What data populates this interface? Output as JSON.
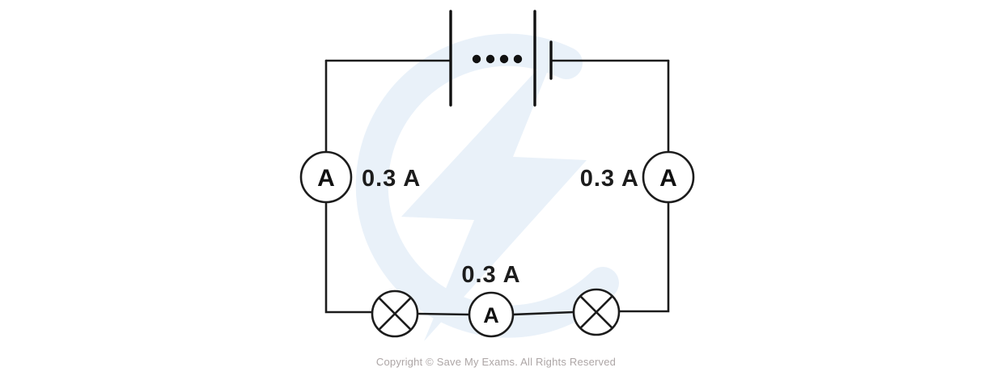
{
  "diagram": {
    "type": "series-circuit",
    "battery": {
      "symbol": "battery",
      "cell_dots": 4
    },
    "ammeters": [
      {
        "position": "left",
        "symbol": "A",
        "reading": "0.3 A"
      },
      {
        "position": "right",
        "symbol": "A",
        "reading": "0.3 A"
      },
      {
        "position": "bottom-middle",
        "symbol": "A",
        "reading": "0.3 A"
      }
    ],
    "lamps": [
      {
        "position": "bottom-left"
      },
      {
        "position": "bottom-right"
      }
    ]
  },
  "footer": {
    "copyright": "Copyright © Save My Exams. All Rights Reserved"
  },
  "colors": {
    "wire": "#1c1c1c",
    "watermark": "#e9f1f9",
    "copyright_text": "#ada6a6"
  }
}
